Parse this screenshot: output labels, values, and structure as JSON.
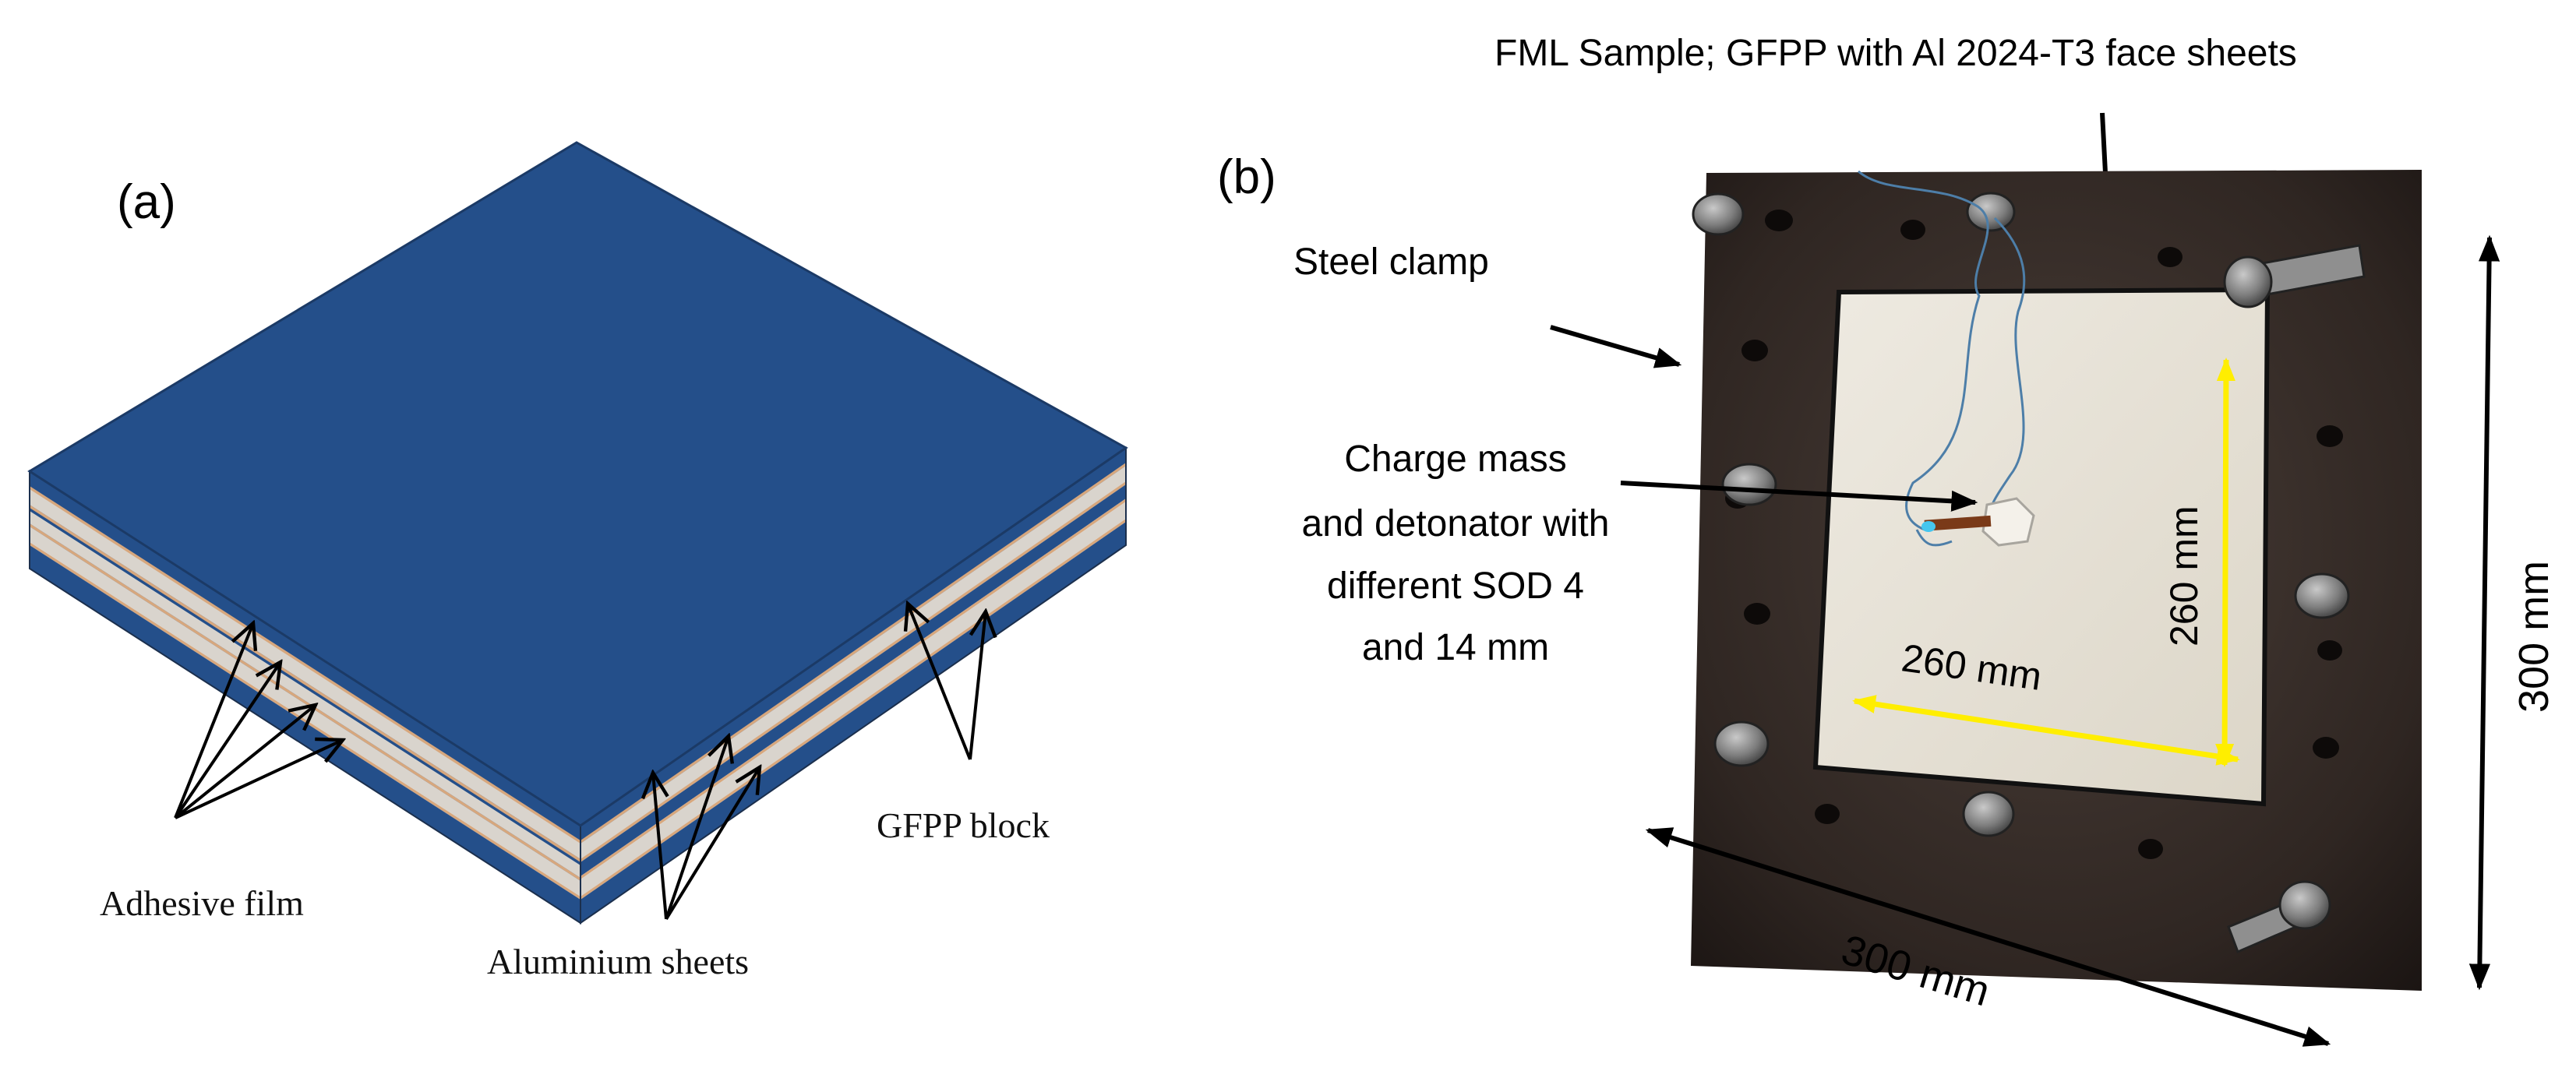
{
  "panel_a": {
    "label": "(a)",
    "annotations": {
      "adhesive_film": "Adhesive film",
      "aluminium_sheets": "Aluminium sheets",
      "gfpp_block": "GFPP block"
    }
  },
  "panel_b": {
    "label": "(b)",
    "annotations": {
      "sample": "FML Sample; GFPP with Al 2024-T3 face sheets",
      "steel_clamp": "Steel clamp",
      "charge_line1": "Charge mass",
      "charge_line2": "and detonator with",
      "charge_line3": "different SOD 4",
      "charge_line4": "and 14 mm"
    },
    "dimensions": {
      "inner_width": "260 mm",
      "inner_height": "260 mm",
      "outer_width": "300 mm",
      "outer_height": "300 mm"
    }
  },
  "colors": {
    "laminate_top": "#244f8a",
    "aluminium": "#d9d4cd",
    "adhesive": "#d7a77d",
    "dimension_yellow": "#ffee00",
    "clamp": "#3a2f2a",
    "sample_panel": "#e5e0d5"
  }
}
